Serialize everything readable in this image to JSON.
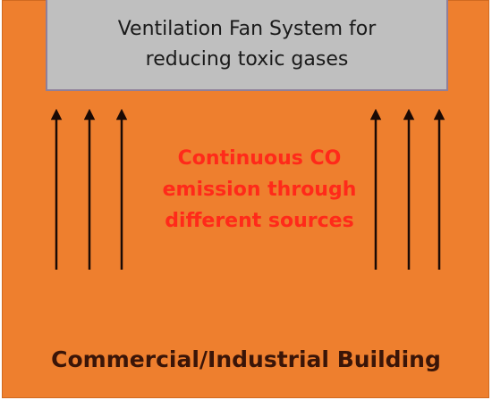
{
  "fan_system": {
    "lines": [
      "Ventilation Fan System for",
      "reducing toxic gases"
    ]
  },
  "emission": {
    "lines": [
      "Continuous CO",
      "emission through",
      "different sources"
    ]
  },
  "building": {
    "label": "Commercial/Industrial Building"
  },
  "colors": {
    "building": "#ee7f2e",
    "fan_box": "#bfbfbf",
    "emission_text": "#ff2a1a",
    "building_label": "#3a1508",
    "arrow": "#1a0a05"
  },
  "arrow_groups": {
    "left_count": 3,
    "right_count": 3,
    "direction": "up"
  }
}
